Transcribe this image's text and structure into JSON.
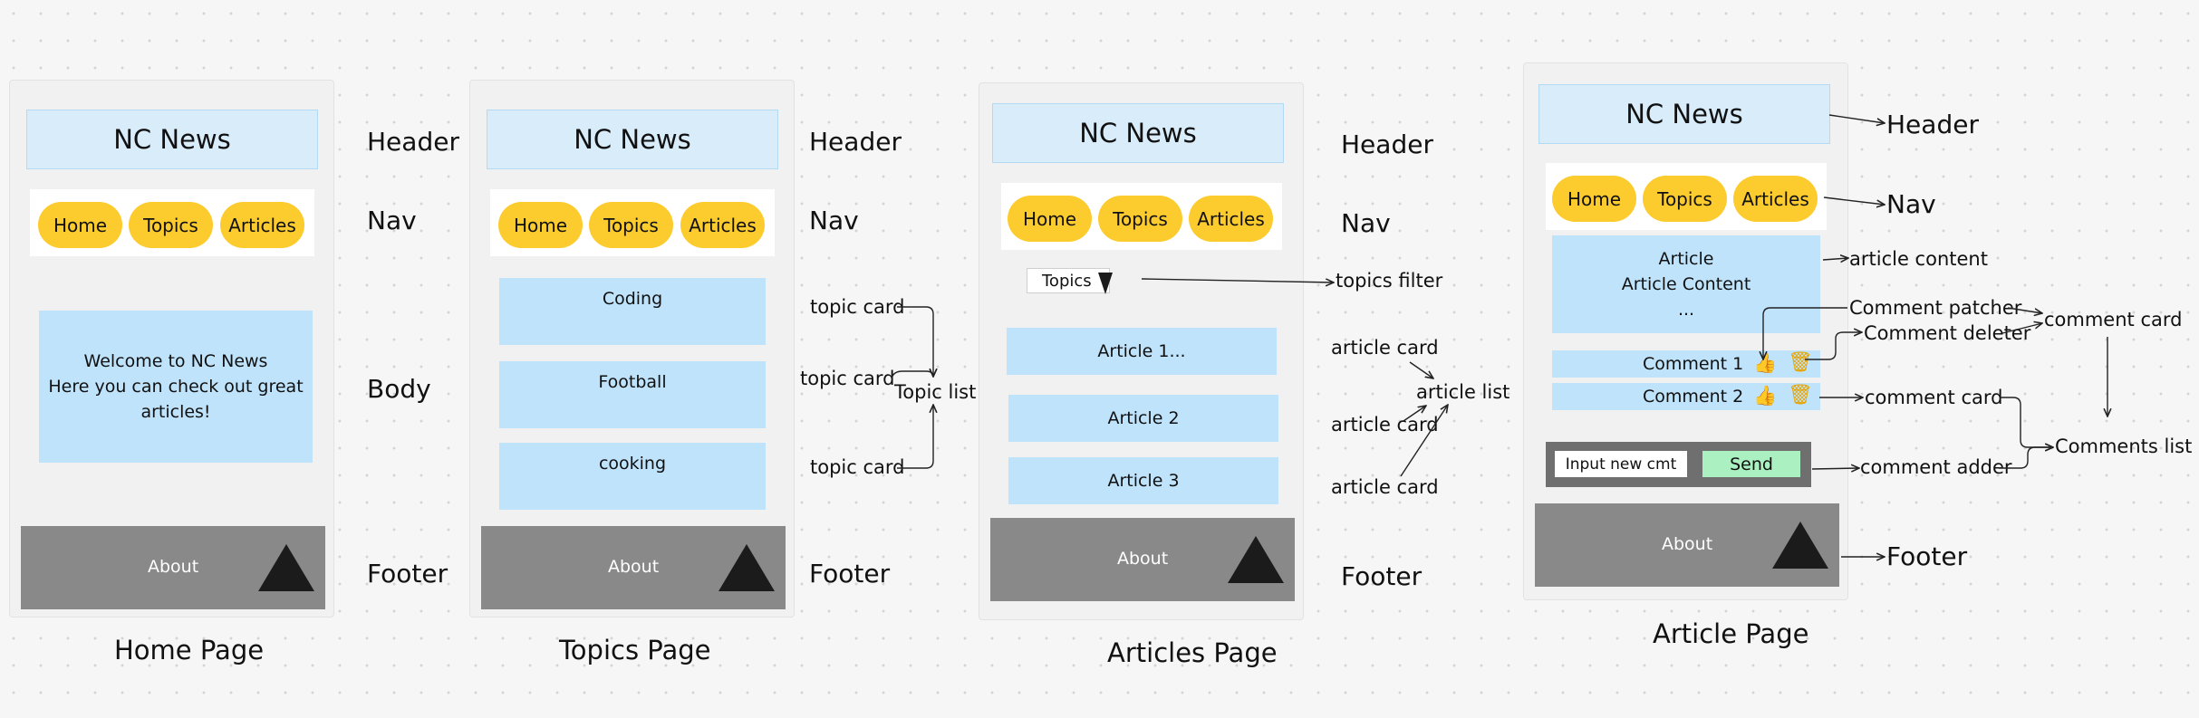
{
  "app_title": "NC News",
  "nav_labels": [
    "Home",
    "Topics",
    "Articles"
  ],
  "footer_label": "About",
  "home": {
    "caption": "Home Page",
    "body_lines": [
      "Welcome to NC News",
      "Here you can check out great",
      "articles!"
    ],
    "labels": {
      "header": "Header",
      "nav": "Nav",
      "body": "Body",
      "footer": "Footer"
    }
  },
  "topics": {
    "caption": "Topics Page",
    "cards": [
      "Coding",
      "Football",
      "cooking"
    ],
    "labels": {
      "header": "Header",
      "nav": "Nav",
      "footer": "Footer",
      "topic_card": "topic card",
      "topic_list": "Topic list"
    }
  },
  "articles": {
    "caption": "Articles Page",
    "filter_label": "Topics",
    "cards": [
      "Article 1...",
      "Article 2",
      "Article 3"
    ],
    "labels": {
      "header": "Header",
      "nav": "Nav",
      "footer": "Footer",
      "topics_filter": "topics filter",
      "article_card": "article card",
      "article_list": "article list"
    }
  },
  "article_page": {
    "caption": "Article Page",
    "content_lines": [
      "Article",
      "Article Content",
      "..."
    ],
    "comments": [
      "Comment 1",
      "Comment 2"
    ],
    "input_placeholder": "Input new cmt",
    "send_label": "Send",
    "labels": {
      "header": "Header",
      "nav": "Nav",
      "article_content": "article content",
      "comment_patcher": "Comment patcher",
      "comment_deleter": "Comment deleter",
      "comment_card": "comment card",
      "comment_adder": "comment adder",
      "comments_list": "Comments list",
      "footer": "Footer"
    }
  },
  "icons": {
    "like": "thumbs-up-icon",
    "delete": "trash-icon",
    "dropdown": "triangle-down-icon",
    "footer": "triangle-up-icon"
  },
  "colors": {
    "header_fill": "#d8ecfa",
    "nav_pill": "#fccb2d",
    "card_fill": "#bfe3fb",
    "footer_fill": "#898989",
    "send_fill": "#aaf0c1",
    "adder_bar": "#6f6f6f"
  }
}
